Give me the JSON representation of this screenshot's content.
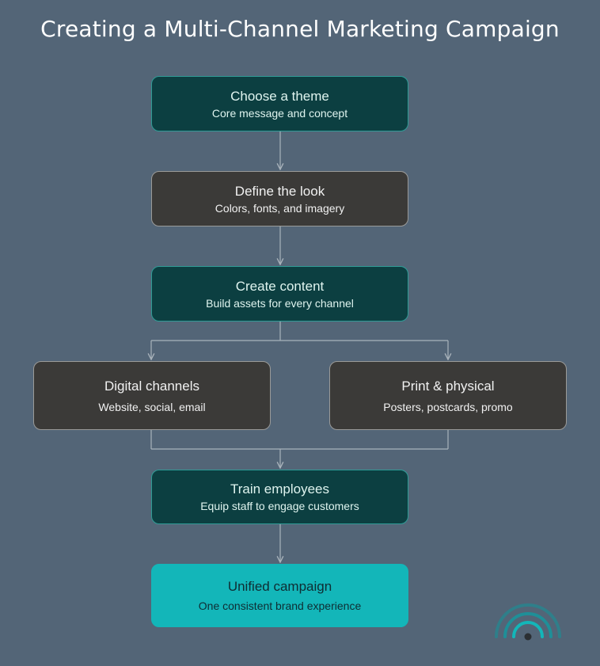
{
  "title": "Creating a Multi-Channel Marketing Campaign",
  "colors": {
    "background": "#536577",
    "teal_node": "#0c3f41",
    "dark_node": "#3b3a38",
    "final_node": "#13b6b9",
    "connector": "#a9b3bb"
  },
  "nodes": {
    "theme": {
      "label": "Choose a theme",
      "sub": "Core message and concept"
    },
    "look": {
      "label": "Define the look",
      "sub": "Colors, fonts, and imagery"
    },
    "content": {
      "label": "Create content",
      "sub": "Build assets for every channel"
    },
    "digital": {
      "label": "Digital channels",
      "sub": "Website, social, email"
    },
    "print": {
      "label": "Print & physical",
      "sub": "Posters, postcards, promo"
    },
    "train": {
      "label": "Train employees",
      "sub": "Equip staff to engage customers"
    },
    "unified": {
      "label": "Unified campaign",
      "sub": "One consistent brand experience"
    }
  },
  "logo_icon": "signal-waves-icon"
}
